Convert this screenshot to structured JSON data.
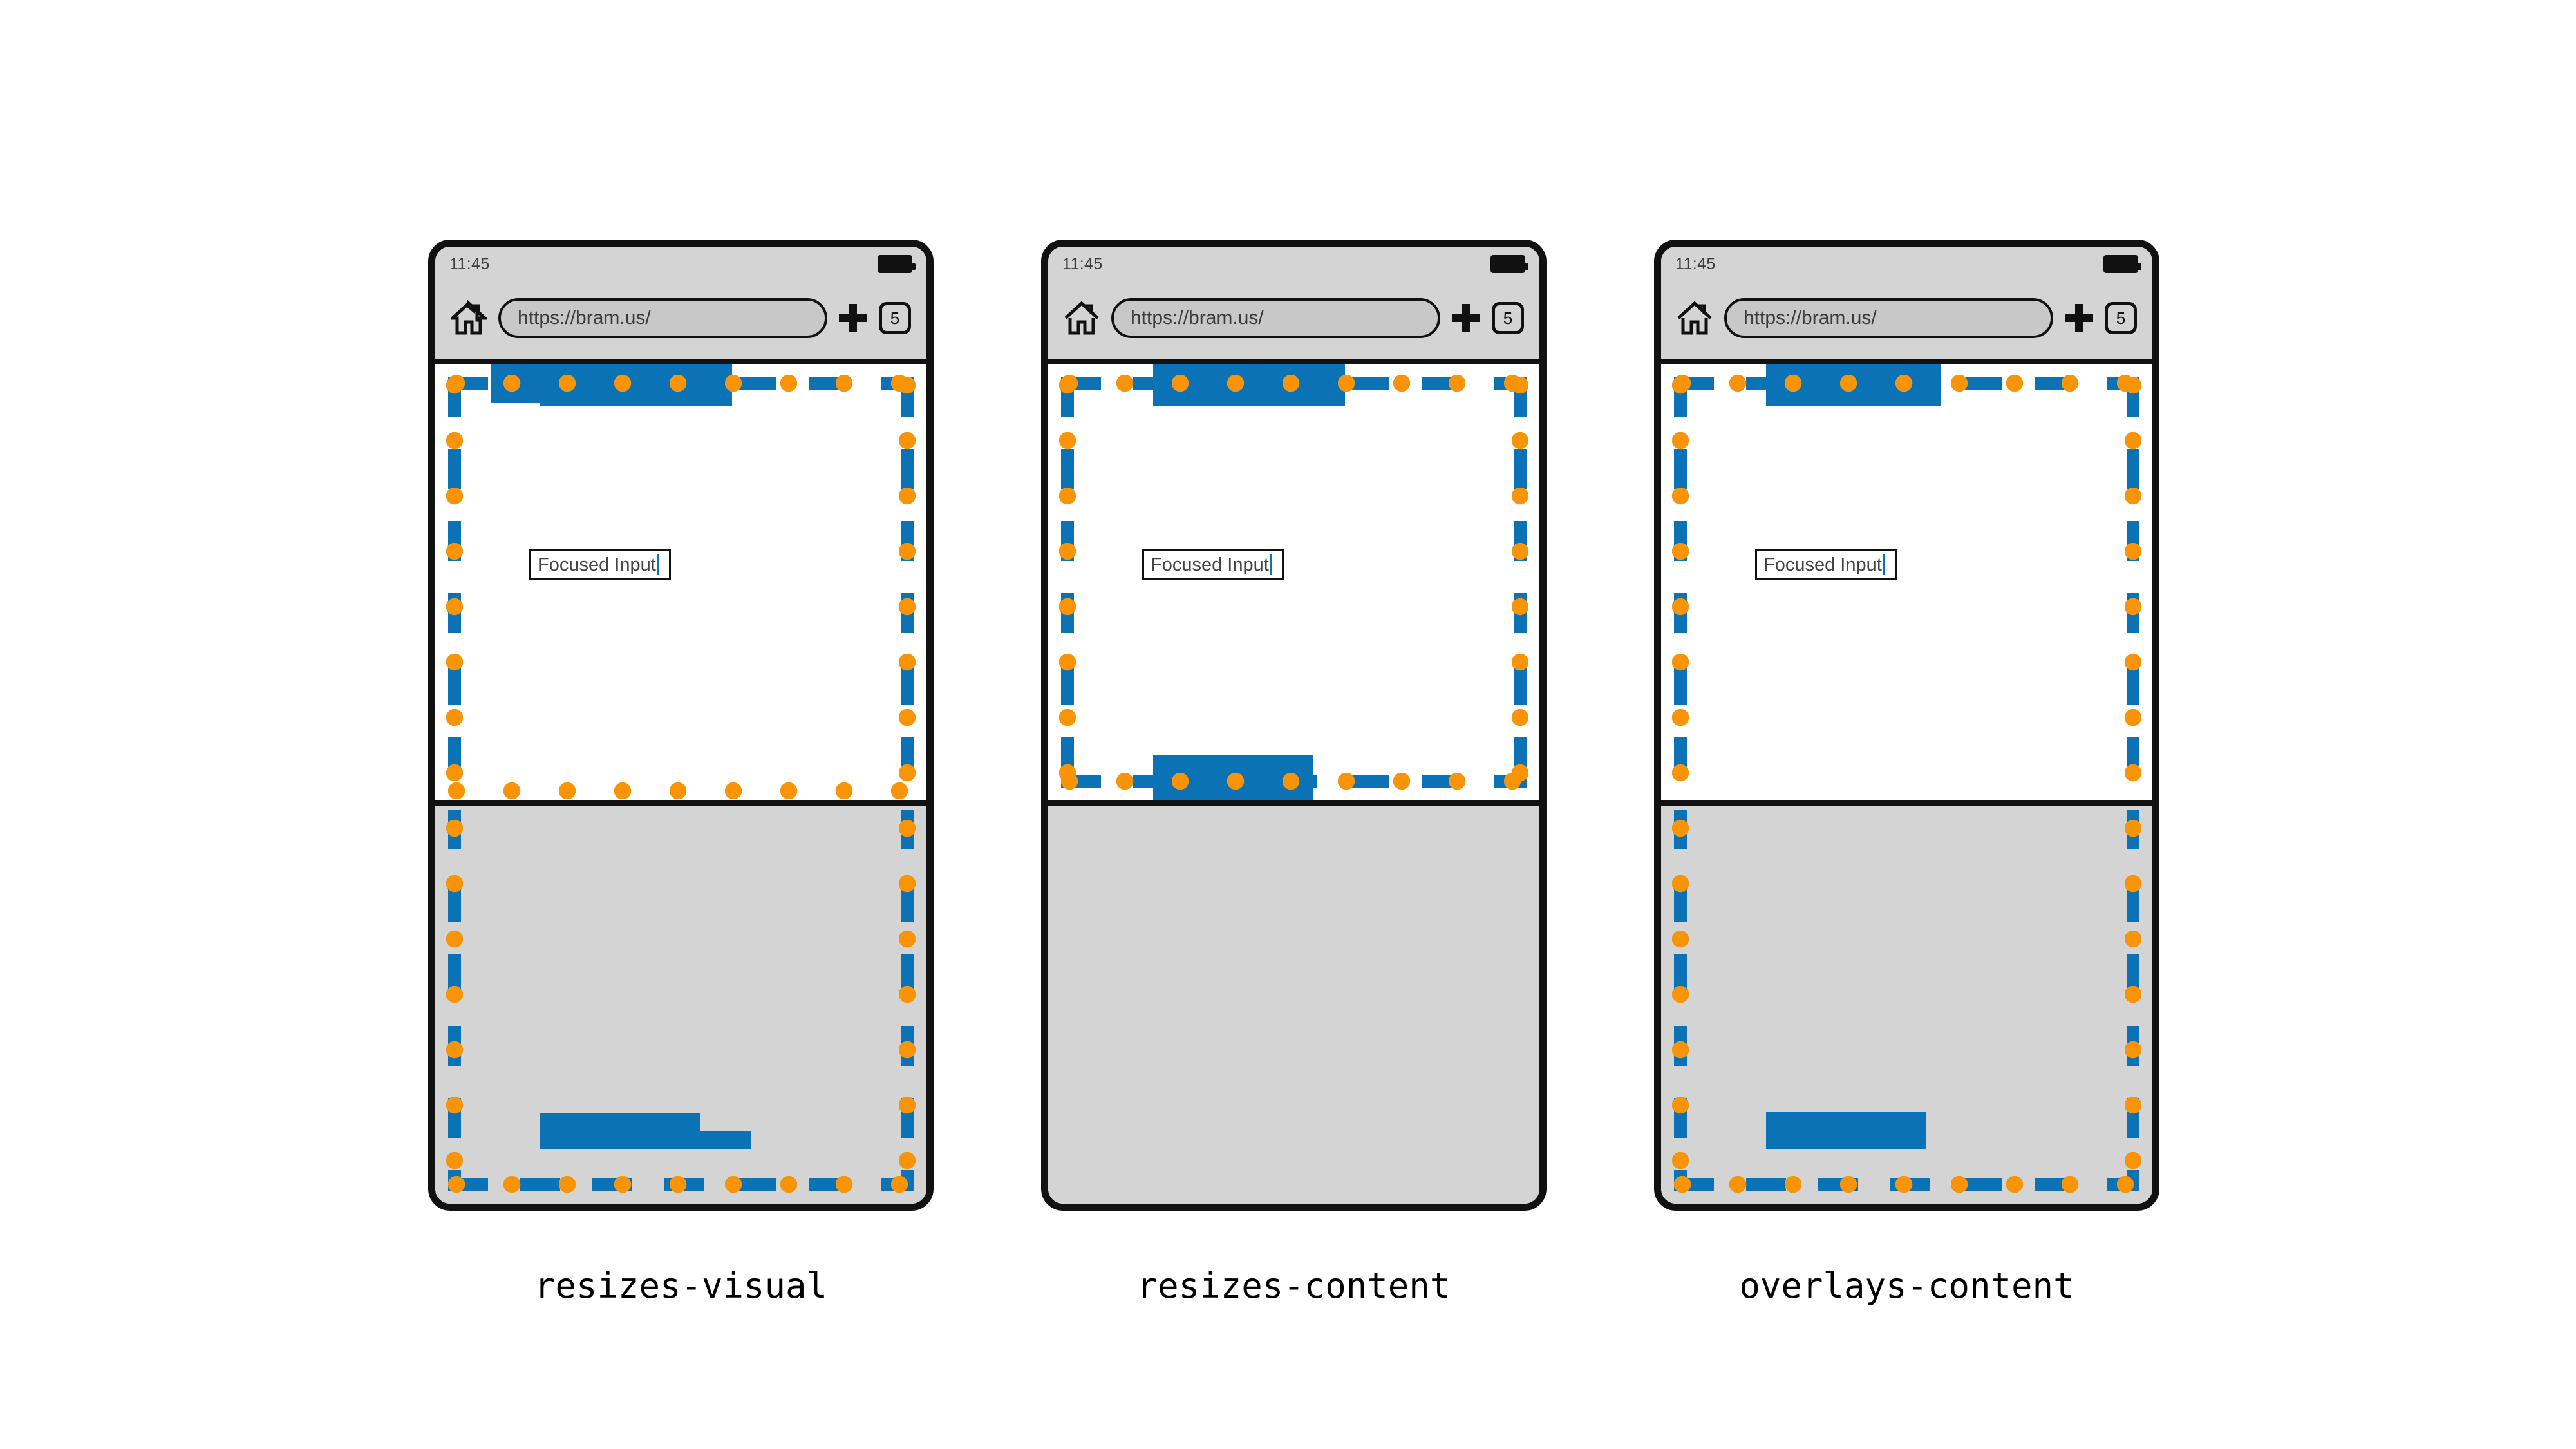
{
  "figure": {
    "title": "",
    "accent_blue": "#0a72b5",
    "accent_orange": "#f89406",
    "frame_color": "#111111",
    "chrome_bg": "#d4d4d4",
    "keyboard_bg": "#d4d4d4"
  },
  "browser": {
    "status_time": "11:45",
    "battery_icon": "battery-full-icon",
    "home_icon": "home-icon",
    "url": "https://bram.us/",
    "new_tab_icon": "plus-icon",
    "tab_count": "5"
  },
  "page": {
    "input_value": "Focused Input",
    "input_caret": "text-caret"
  },
  "panels": [
    {
      "id": "resizes-visual",
      "caption": "resizes-visual",
      "description": "Visual viewport marker stays at full page height; keyboard overlaps the bottom of it",
      "viewport_marker_spans": "full-screen-below-browser-chrome",
      "keyboard_visible": true
    },
    {
      "id": "resizes-content",
      "caption": "resizes-content",
      "description": "Visual viewport marker shrinks to the area above the keyboard",
      "viewport_marker_spans": "above-keyboard-only",
      "keyboard_visible": true
    },
    {
      "id": "overlays-content",
      "caption": "overlays-content",
      "description": "Visual viewport marker keeps full height and the keyboard overlays the content",
      "viewport_marker_spans": "full-screen-below-browser-chrome",
      "keyboard_visible": true
    }
  ]
}
